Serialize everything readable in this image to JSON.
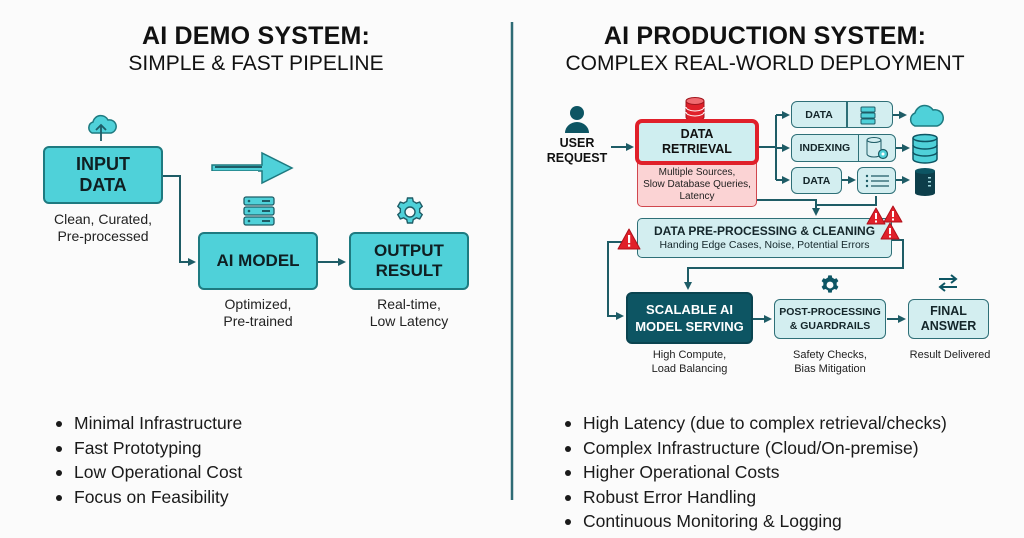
{
  "left": {
    "title": "AI DEMO SYSTEM:",
    "subtitle": "SIMPLE & FAST PIPELINE",
    "nodes": {
      "input": {
        "line1": "INPUT",
        "line2": "DATA",
        "caption1": "Clean, Curated,",
        "caption2": "Pre-processed",
        "icon": "cloud-upload-icon"
      },
      "model": {
        "label": "AI MODEL",
        "caption1": "Optimized,",
        "caption2": "Pre-trained",
        "icon": "server-stack-icon"
      },
      "output": {
        "line1": "OUTPUT",
        "line2": "RESULT",
        "caption1": "Real-time,",
        "caption2": "Low Latency",
        "icon": "gear-icon"
      }
    },
    "speed_icon": "fast-arrow-icon",
    "bullets": [
      "Minimal Infrastructure",
      "Fast Prototyping",
      "Low Operational Cost",
      "Focus on Feasibility"
    ]
  },
  "right": {
    "title": "AI PRODUCTION SYSTEM:",
    "subtitle": "COMPLEX REAL-WORLD DEPLOYMENT",
    "user": {
      "line1": "USER",
      "line2": "REQUEST",
      "icon": "user-icon"
    },
    "retrieval": {
      "line1": "DATA",
      "line2": "RETRIEVAL",
      "note1": "Multiple Sources,",
      "note2": "Slow Database Queries,",
      "note3": "Latency",
      "icon": "database-icon"
    },
    "sources": [
      {
        "label": "DATA",
        "icon": "server-icon",
        "target_icon": "cloud-icon"
      },
      {
        "label": "INDEXING",
        "icon": "database-gear-icon",
        "target_icon": "database-icon"
      },
      {
        "label": "DATA",
        "icon": "list-icon",
        "target_icon": "storage-cylinder-icon"
      }
    ],
    "preprocessing": {
      "title": "DATA PRE-PROCESSING & CLEANING",
      "subtitle": "Handing Edge Cases, Noise, Potential Errors",
      "icon": "warning-icon"
    },
    "serving": {
      "line1": "SCALABLE AI",
      "line2": "MODEL SERVING",
      "caption1": "High Compute,",
      "caption2": "Load Balancing"
    },
    "post": {
      "line1": "POST-PROCESSING",
      "line2": "& GUARDRAILS",
      "caption1": "Safety Checks,",
      "caption2": "Bias Mitigation",
      "icon": "gear-icon"
    },
    "final": {
      "line1": "FINAL",
      "line2": "ANSWER",
      "caption1": "Result Delivered",
      "icon": "swap-arrows-icon"
    },
    "bullets": [
      "High Latency (due to complex retrieval/checks)",
      "Complex Infrastructure (Cloud/On-premise)",
      "Higher Operational Costs",
      "Robust Error Handling",
      "Continuous Monitoring & Logging"
    ]
  },
  "colors": {
    "teal_dark": "#0d5563",
    "cyan": "#4fd1d9",
    "pale": "#d3eef0",
    "alert_red": "#e0202a",
    "divider": "#2e6b75"
  }
}
